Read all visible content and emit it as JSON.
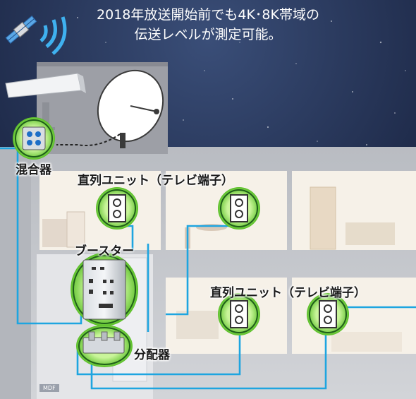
{
  "headline": {
    "line1": "2018年放送開始前でも4K･8K帯域の",
    "line2": "伝送レベルが測定可能。"
  },
  "labels": {
    "mixer": "混合器",
    "booster": "ブースター",
    "splitter": "分配器",
    "unit_upper": "直列ユニット（テレビ端子）",
    "unit_lower": "直列ユニット（テレビ端子）",
    "mdf": "MDF"
  },
  "icons": [
    "satellite-icon",
    "signal-waves-icon",
    "uhf-antenna-icon",
    "satellite-dish-icon"
  ],
  "colors": {
    "sky": "#1c2848",
    "building": "#c7c9cd",
    "room_wall": "#f6f1e8",
    "cable": "#1ea5e0",
    "unit_frame": "#1f5f1a",
    "unit_glow": "#7ed83f"
  }
}
